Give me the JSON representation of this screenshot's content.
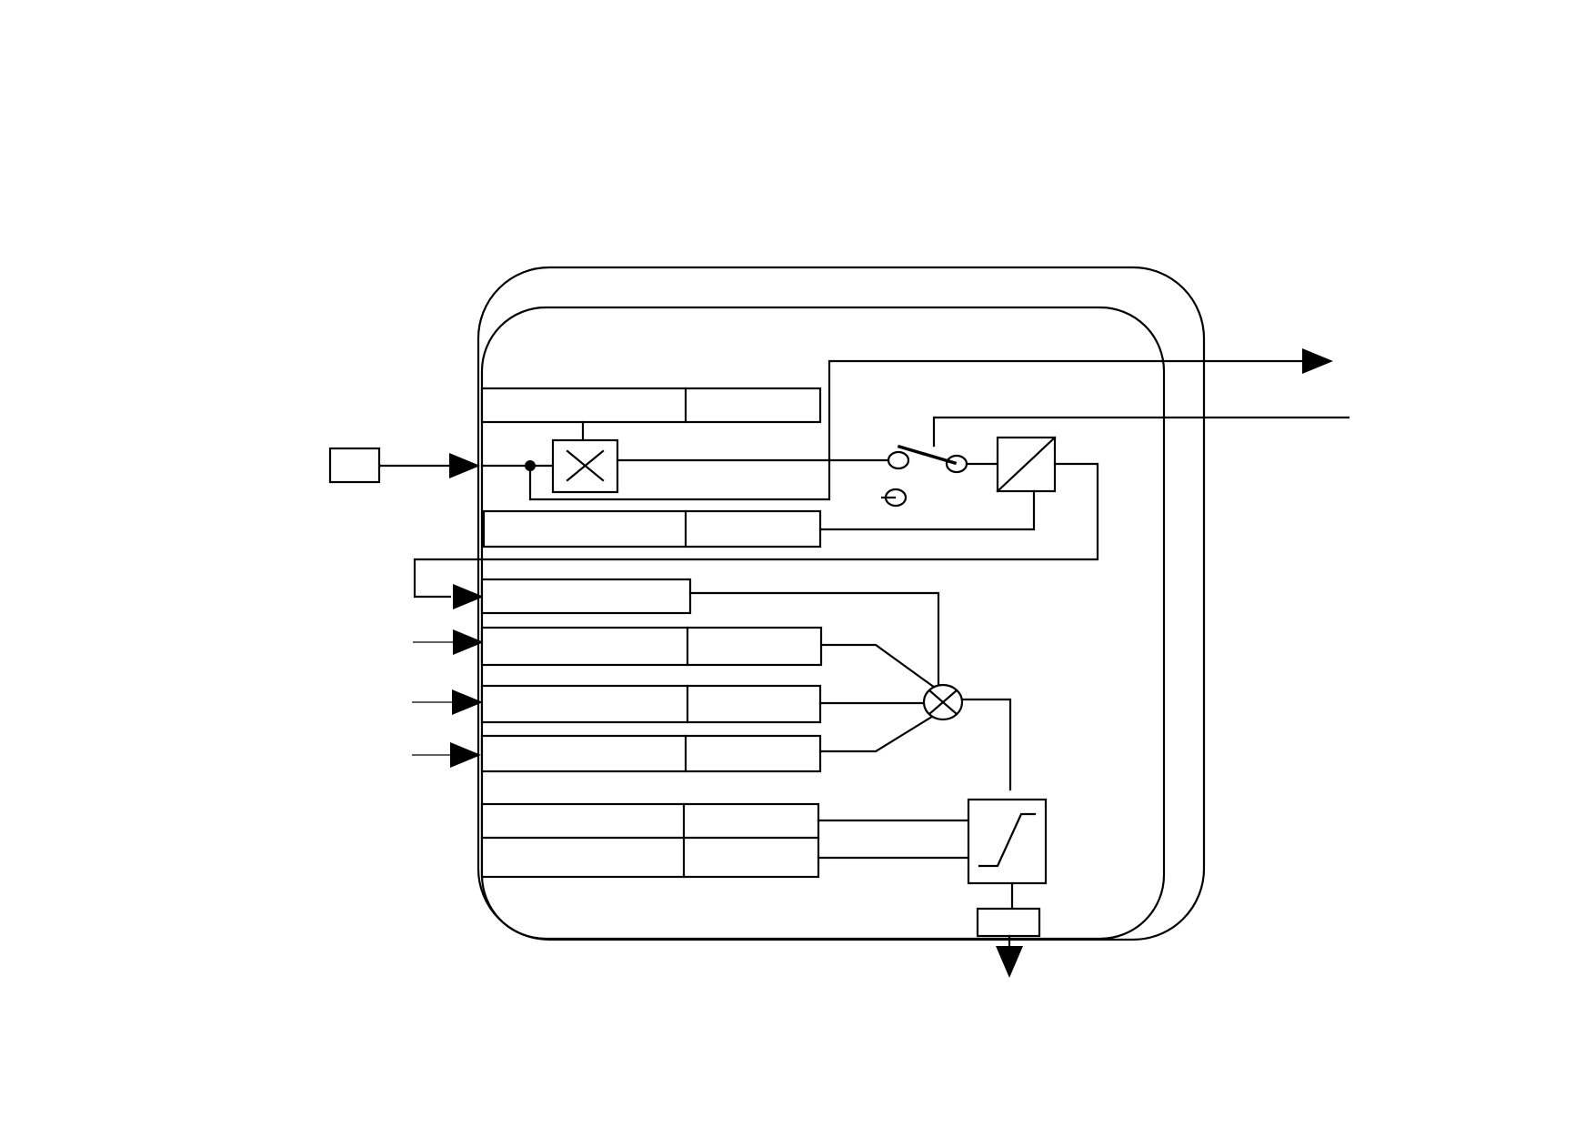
{
  "diagram": {
    "line_color": "#000000",
    "background": "#ffffff",
    "labels": {
      "input_box": "",
      "param_rows": [
        "",
        "",
        "",
        "",
        "",
        "",
        "",
        ""
      ]
    },
    "blocks": [
      {
        "name": "input-box",
        "kind": "box"
      },
      {
        "name": "multiplier-block",
        "kind": "multiplier-icon"
      },
      {
        "name": "changeover-switch",
        "kind": "switch-icon"
      },
      {
        "name": "divider-block",
        "kind": "divider-icon"
      },
      {
        "name": "summing-junction",
        "kind": "summing-icon"
      },
      {
        "name": "ramp-block",
        "kind": "ramp-icon"
      },
      {
        "name": "output-box",
        "kind": "box"
      }
    ]
  }
}
